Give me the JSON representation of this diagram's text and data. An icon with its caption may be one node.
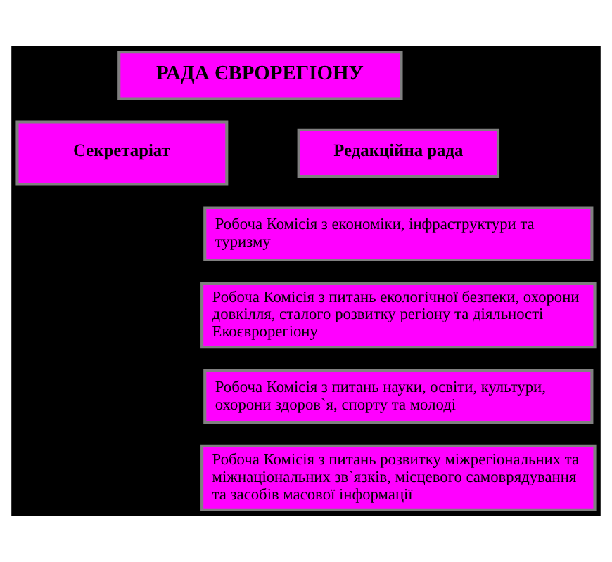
{
  "diagram": {
    "nodes": [
      {
        "text": [
          "РАДА ЄВРОРЕГІОНУ"
        ]
      },
      {
        "text": [
          "Редакційна рада"
        ]
      },
      {
        "text": [
          "Секретаріат"
        ]
      },
      {
        "text": [
          "Робоча Комісія з економіки, інфраструктури та туризму"
        ]
      },
      {
        "text": [
          "Робоча Комісія з питань екологічної безпеки, охорони довкілля, сталого розвитку регіону та діяльності Екоєврорегіону"
        ]
      },
      {
        "text": [
          "Робоча Комісія з питань науки, освіти, культури, охорони здоров`я, спорту та молоді"
        ]
      },
      {
        "text": [
          "Робоча Комісія з питань розвитку міжрегіональних та міжнаціональних зв`язків, місцевого самоврядування та засобів масової інформації"
        ]
      }
    ]
  }
}
